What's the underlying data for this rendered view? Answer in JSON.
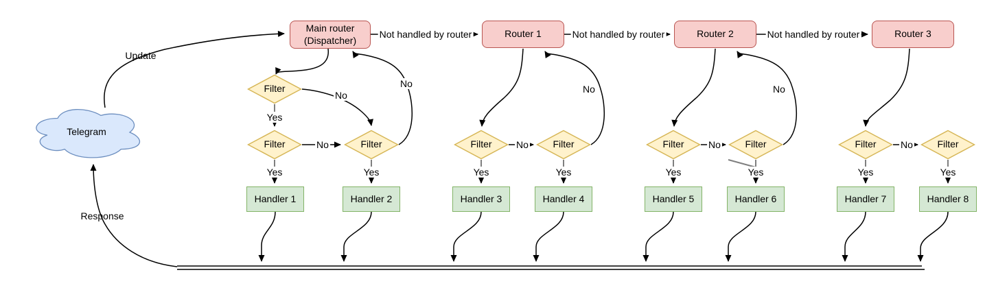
{
  "cloud": {
    "label": "Telegram"
  },
  "routers": [
    "Main router\n(Dispatcher)",
    "Router 1",
    "Router 2",
    "Router 3"
  ],
  "filter_label": "Filter",
  "handlers": [
    "Handler 1",
    "Handler 2",
    "Handler 3",
    "Handler 4",
    "Handler 5",
    "Handler 6",
    "Handler 7",
    "Handler 8"
  ],
  "edge_labels": {
    "update": "Update",
    "response": "Response",
    "not_handled": "Not handled by router",
    "yes": "Yes",
    "no": "No"
  },
  "colors": {
    "router_fill": "#f8cecc",
    "router_stroke": "#b85450",
    "filter_fill": "#fff2cc",
    "filter_stroke": "#d6b656",
    "handler_fill": "#d5e8d4",
    "handler_stroke": "#82b366",
    "cloud_fill": "#dae8fc",
    "cloud_stroke": "#6c8ebf",
    "edge": "#000000",
    "yes_stub": "#7f7f7f"
  }
}
